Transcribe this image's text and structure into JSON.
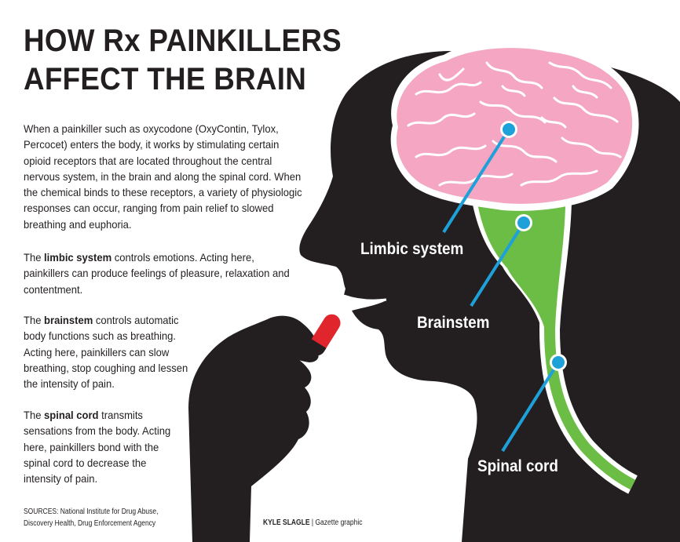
{
  "colors": {
    "silhouette": "#231f20",
    "brain": "#f4a6c3",
    "brain_fold": "#ffffff",
    "brainstem": "#6bbd45",
    "pointer": "#1ea0d8",
    "pill": "#e1252c",
    "text": "#231f20"
  },
  "title": {
    "line1": "HOW Rx PAINKILLERS",
    "line2": "AFFECT THE BRAIN"
  },
  "intro": "When a painkiller such as oxycodone (OxyContin, Tylox, Percocet) enters the body, it works by stimulating certain opioid receptors that are located throughout the central nervous system, in the brain and along the spinal cord. When the chemical binds to these receptors, a variety of physiologic responses can occur, ranging from pain relief to slowed breathing and euphoria.",
  "sections": {
    "limbic": {
      "prefix": "The ",
      "term": "limbic system",
      "text": " controls emotions. Acting here, painkillers can produce feelings of pleasure, relaxation and contentment."
    },
    "brainstem": {
      "prefix": "The ",
      "term": "brainstem",
      "text": " controls automatic body functions such as breathing. Acting here, painkillers can slow breathing, stop coughing and lessen the intensity of pain."
    },
    "spinal": {
      "prefix": "The ",
      "term": "spinal cord",
      "text": " transmits sensations from the body. Acting here, painkillers bond with the spinal cord to decrease the intensity of pain."
    }
  },
  "labels": {
    "limbic": "Limbic system",
    "brainstem": "Brainstem",
    "spinal": "Spinal cord"
  },
  "sources": {
    "line1": "SOURCES: National Institute for Drug Abuse,",
    "line2": "Discovery Health, Drug Enforcement Agency"
  },
  "credit": {
    "author": "KYLE SLAGLE",
    "separator": " | ",
    "org": "Gazette graphic"
  }
}
